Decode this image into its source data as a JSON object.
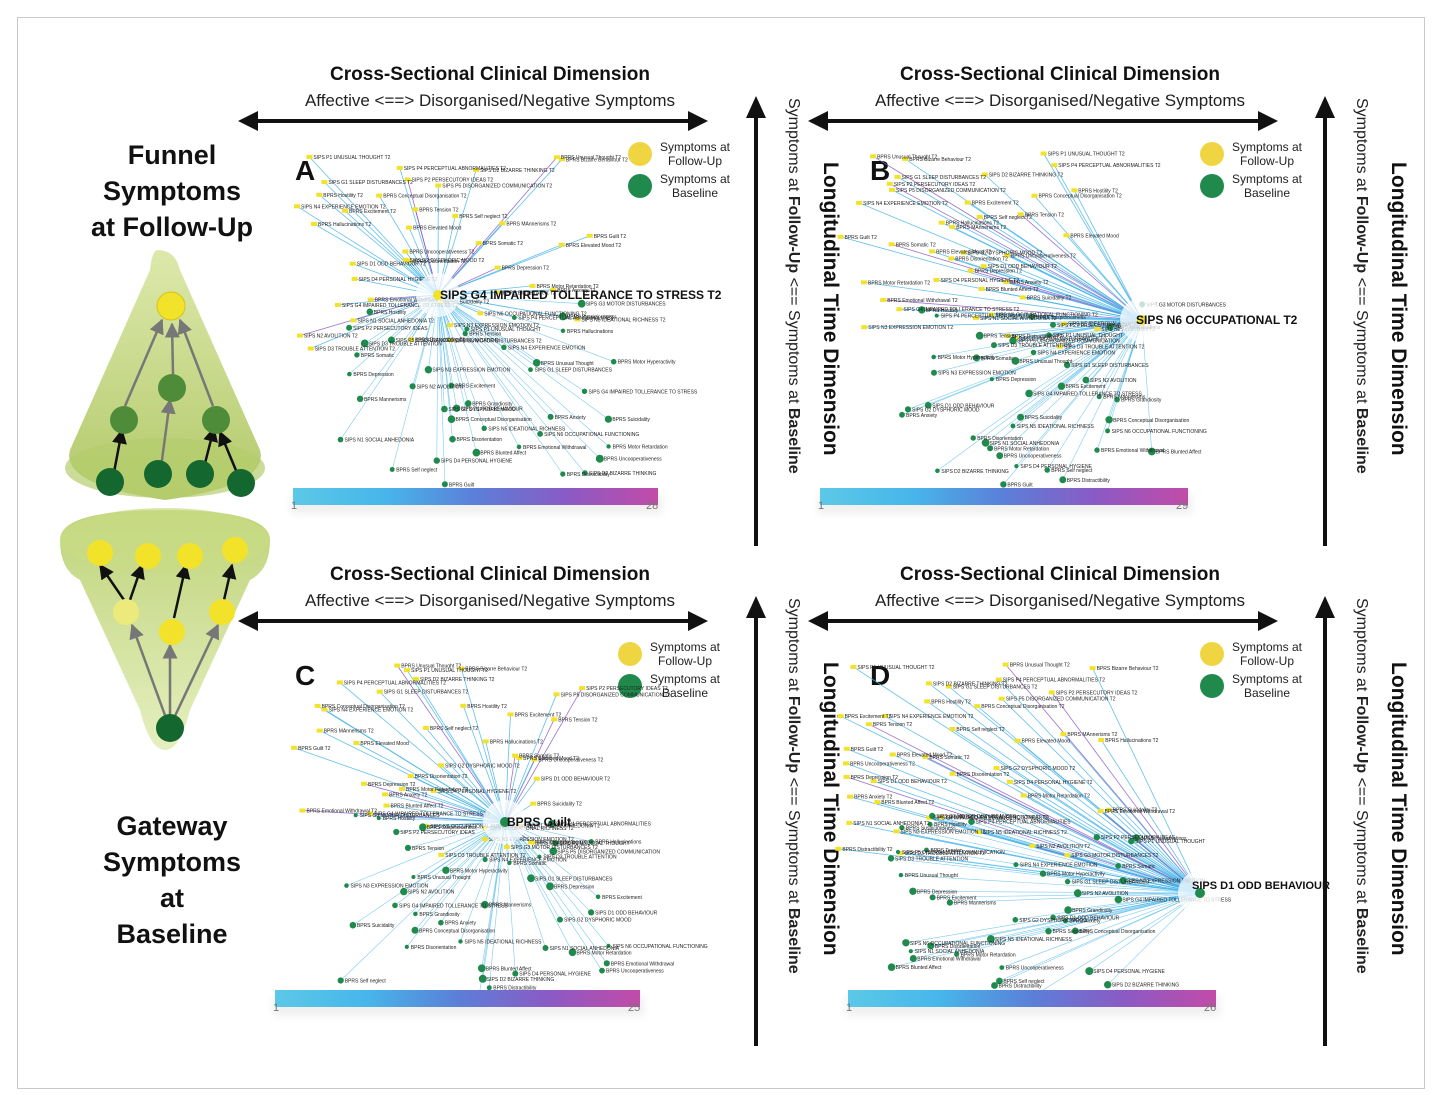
{
  "funnel_title": [
    "Funnel",
    "Symptoms",
    "at Follow-Up"
  ],
  "gateway_title": [
    "Gateway",
    "Symptoms",
    "at",
    "Baseline"
  ],
  "axis": {
    "horizontal_title": "Cross-Sectional Clinical Dimension",
    "horizontal_subtitle": "Affective <==> Disorganised/Negative Symptoms",
    "vertical_title": "Longitudinal Time Dimension",
    "vertical_sub_a": "Symptoms at ",
    "vertical_sub_b": "Follow-Up",
    "vertical_sub_c": " <== Symptoms at ",
    "vertical_sub_d": "Baseline"
  },
  "legend": {
    "followup_label": [
      "Symptoms at",
      "Follow-Up"
    ],
    "baseline_label": [
      "Symptoms at",
      "Baseline"
    ],
    "followup_color": "#f0d542",
    "baseline_color": "#1f8a4c"
  },
  "panels": [
    {
      "letter": "A",
      "hub_label": "SIPS G4 IMPAIRED TOLLERANCE TO STRESS T2",
      "cbar_min": "1",
      "cbar_max": "28"
    },
    {
      "letter": "B",
      "hub_label": "SIPS N6 OCCUPATIONAL T2",
      "cbar_min": "1",
      "cbar_max": "29"
    },
    {
      "letter": "C",
      "hub_label": "BPRS Guilt",
      "cbar_min": "1",
      "cbar_max": "25"
    },
    {
      "letter": "D",
      "hub_label": "SIPS D1 ODD BEHAVIOUR",
      "cbar_min": "1",
      "cbar_max": "26"
    }
  ],
  "followup_nodes": [
    "BPRS Unusual Thought T2",
    "SIPS P1 UNUSUAL THOUGHT T2",
    "BPRS Bizarre Behaviour T2",
    "SIPS P4 PERCEPTUAL ABNORMALITIES T2",
    "SIPS D2 BIZARRE THINKING T2",
    "SIPS G1 SLEEP DISTURBANCES T2",
    "SIPS P2 PERSECUTORY IDEAS T2",
    "SIPS P5 DISORGANIZED COMMUNICATION T2",
    "BPRS Hostility T2",
    "BPRS Conceptual Disorganisation T2",
    "SIPS N4 EXPERIENCE EMOTION T2",
    "BPRS Excitement T2",
    "BPRS Tension T2",
    "BPRS Self neglect T2",
    "BPRS MAnnerisms T2",
    "BPRS Hallucinations T2",
    "BPRS Elevated Mood",
    "BPRS Guilt T2",
    "BPRS Somatic T2",
    "BPRS Elevated Mood T2",
    "BPRS Uncooperativeness T2",
    "SIPS G2 DYSPHORIC MOOD T2",
    "BPRS Disorientation T2",
    "SIPS D1 ODD BEHAVIOUR T2",
    "BPRS Depression T2",
    "SIPS D4 PERSONAL HYGIENE T2",
    "BPRS Motor Retardation T2",
    "BPRS Anxiety T2",
    "BPRS Blunted Affect T2",
    "BPRS Suicidality T2",
    "BPRS Emotional Withdrawal T2",
    "SIPS G4 IMPAIRED TOLLERANCE TO STRESS T2",
    "SIPS N6 OCCUPATIONAL FUNCTIONING T2",
    "SIPS N1 SOCIAL ANHEDONIA T2",
    "SIPS N5 IDEATIONAL RICHNESS T2",
    "SIPS N3 EXPRESSION EMOTION T2",
    "SIPS N2 AVOLITION T2",
    "BPRS Distractibility T2",
    "SIPS G3 MOTOR DISTURBANCES T2",
    "SIPS D3 TROUBLE ATTENTION T2"
  ],
  "baseline_nodes": [
    "SIPS G3 MOTOR DISTURBANCES",
    "BPRS Hostility",
    "SIPS P4 PERCEPTUAL ABNORMALITIES",
    "BPRS Suspiciousness",
    "SIPS P2 PERSECUTORY IDEAS",
    "BPRS Hallucinations",
    "SIPS P1 UNUSUAL THOUGHT",
    "BPRS Tension",
    "SIPS P5 DISORGANIZED COMMUNICATION",
    "SIPS D3 TROUBLE ATTENTION",
    "SIPS N4 EXPERIENCE EMOTION",
    "BPRS Somatic",
    "BPRS Motor Hyperactivity",
    "BPRS Unusual Thought",
    "SIPS G1 SLEEP DISTURBANCES",
    "SIPS N3 EXPRESSION EMOTION",
    "BPRS Depression",
    "SIPS N2 AVOLITION",
    "BPRS Excitement",
    "SIPS G4 IMPAIRED TOLLERANCE TO STRESS",
    "BPRS Mannerisms",
    "BPRS Grandiosity",
    "SIPS D1 ODD BEHAVIOUR",
    "SIPS G2 DYSPHORIC MOOD",
    "BPRS Anxiety",
    "BPRS Suicidality",
    "BPRS Conceptual Disorganisation",
    "SIPS N5 IDEATIONAL RICHNESS",
    "SIPS N6 OCCUPATIONAL FUNCTIONING",
    "BPRS Disorientation",
    "SIPS N1 SOCIAL ANHEDONIA",
    "BPRS Motor Retardation",
    "BPRS Emotional Withdrawal",
    "BPRS Blunted Affect",
    "BPRS Uncooperativeness",
    "SIPS D4 PERSONAL HYGIENE",
    "BPRS Self neglect",
    "SIPS D2 BIZARRE THINKING",
    "BPRS Distractibility",
    "BPRS Guilt"
  ]
}
